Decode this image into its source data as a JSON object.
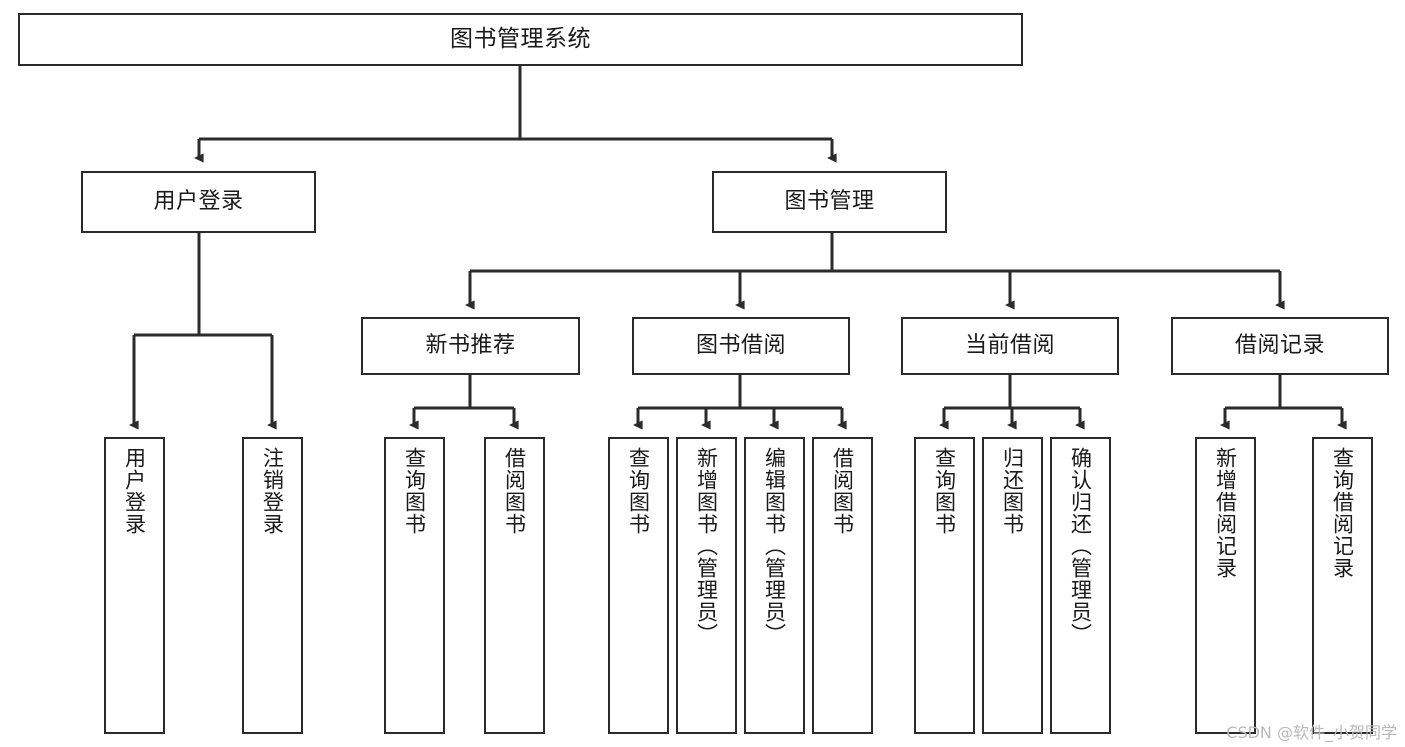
{
  "diagram": {
    "title": "图书管理系统",
    "watermark": "CSDN @软件_小贺同学",
    "stroke_color": "#2b2b2b",
    "background_color": "#ffffff",
    "text_color": "#1a1a1a",
    "watermark_color": "#b9b9b9",
    "levels": {
      "root": {
        "label": "图书管理系统"
      },
      "level2": [
        {
          "label": "用户登录"
        },
        {
          "label": "图书管理"
        }
      ],
      "level3": [
        {
          "label": "新书推荐"
        },
        {
          "label": "图书借阅"
        },
        {
          "label": "当前借阅"
        },
        {
          "label": "借阅记录"
        }
      ],
      "leaves": {
        "user_login": [
          {
            "label": "用户登录"
          },
          {
            "label": "注销登录"
          }
        ],
        "new_book_recommend": [
          {
            "label": "查询图书"
          },
          {
            "label": "借阅图书"
          }
        ],
        "book_borrow": [
          {
            "label": "查询图书"
          },
          {
            "label": "新增图书（管理员）"
          },
          {
            "label": "编辑图书（管理员）"
          },
          {
            "label": "借阅图书"
          }
        ],
        "current_borrow": [
          {
            "label": "查询图书"
          },
          {
            "label": "归还图书"
          },
          {
            "label": "确认归还（管理员）"
          }
        ],
        "borrow_record": [
          {
            "label": "新增借阅记录"
          },
          {
            "label": "查询借阅记录"
          }
        ]
      }
    }
  }
}
